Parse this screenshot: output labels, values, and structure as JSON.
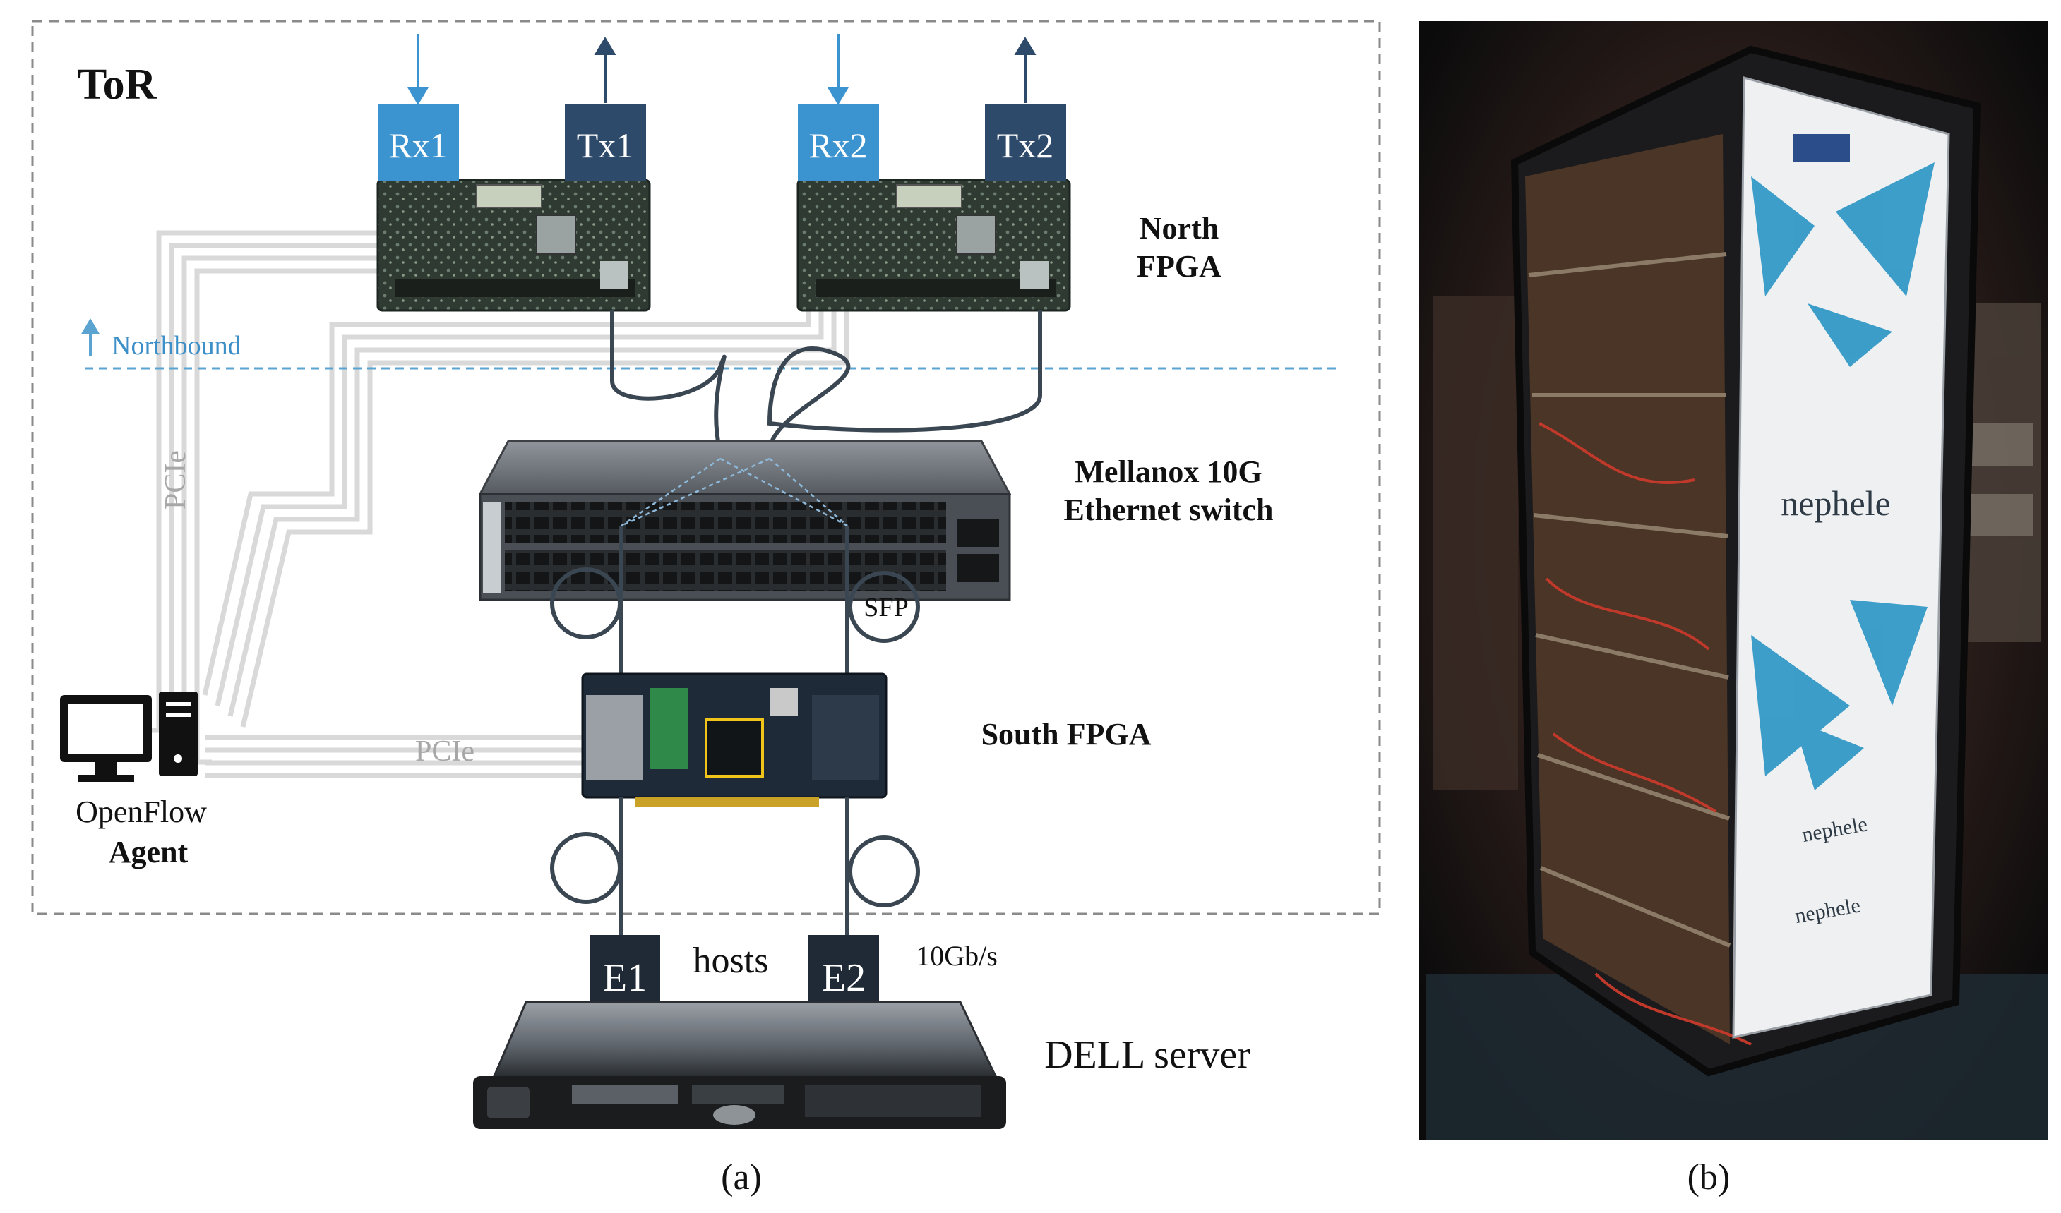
{
  "panel_a": {
    "caption": "(a)",
    "tor_label": "ToR",
    "north_fpga_lines": [
      "North",
      "FPGA"
    ],
    "northbound_label": "Northbound",
    "ports_top": [
      "Rx1",
      "Tx1",
      "Rx2",
      "Tx2"
    ],
    "switch_label_lines": [
      "Mellanox 10G",
      "Ethernet switch"
    ],
    "pcie_vertical_label": "PCIe",
    "pcie_horizontal_label": "PCIe",
    "sfp_label": "SFP",
    "south_fpga_label": "South FPGA",
    "openflow_lines": [
      "OpenFlow",
      "Agent"
    ],
    "host_ports": [
      "E1",
      "E2"
    ],
    "hosts_label": "hosts",
    "speed_label": "10Gb/s",
    "server_label": "DELL server",
    "colors": {
      "rx_blue": "#3b93cf",
      "tx_navy": "#2e4a6a",
      "host_port": "#1f2a36",
      "northbound_line": "#5ba3d0",
      "pcie_gray": "#d5d5d5",
      "dashed_border": "#8a8a8a"
    }
  },
  "panel_b": {
    "caption": "(b)",
    "rack_brand_labels": [
      "nephele",
      "nephele",
      "nephele"
    ]
  }
}
